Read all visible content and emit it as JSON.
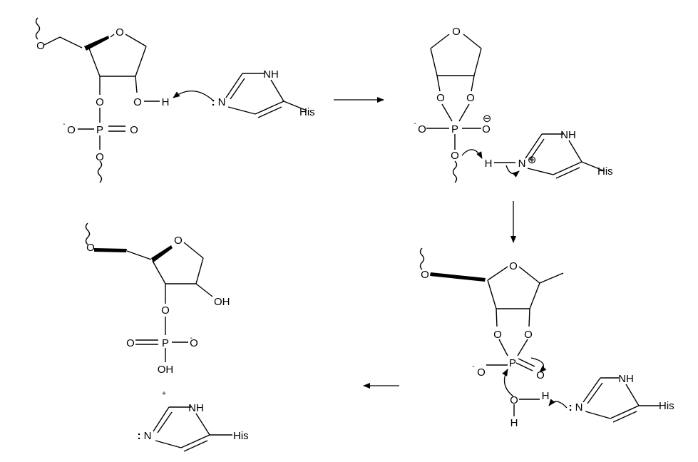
{
  "atoms": {
    "O": "O",
    "P": "P",
    "H": "H",
    "N": "N",
    "NH": "NH",
    "OH": "OH",
    "His": "His",
    "minus": "-",
    "plus": "+",
    "lone_pair": ":",
    "charge_neg": "⊖",
    "charge_pos": "⊕"
  },
  "separator": "+",
  "colors": {
    "ink": "#000000",
    "background": "#ffffff"
  }
}
